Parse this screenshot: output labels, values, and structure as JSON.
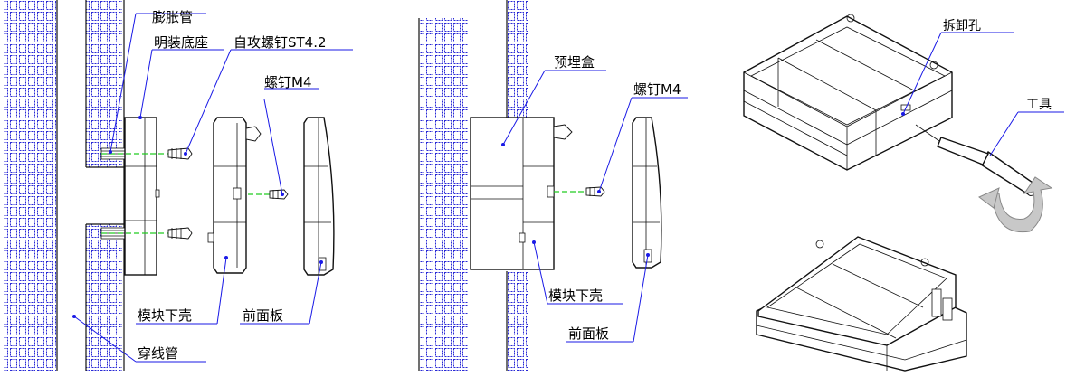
{
  "labels": {
    "expansion_tube": "膨胀管",
    "surface_base": "明装底座",
    "self_tapping_screw": "自攻螺钉ST4.2",
    "screw_m4_left": "螺钉M4",
    "module_lower_shell_left": "模块下壳",
    "front_panel_left": "前面板",
    "threading_pipe": "穿线管",
    "embedded_box": "预埋盒",
    "screw_m4_mid": "螺钉M4",
    "module_lower_shell_mid": "模块下壳",
    "front_panel_mid": "前面板",
    "removal_hole": "拆卸孔",
    "tool": "工具"
  },
  "colors": {
    "wall_grid": "#2a2ad6",
    "leader": "#1a1ae6",
    "axis_line": "#22cc22",
    "arrow_fill": "#c8c8c8"
  }
}
